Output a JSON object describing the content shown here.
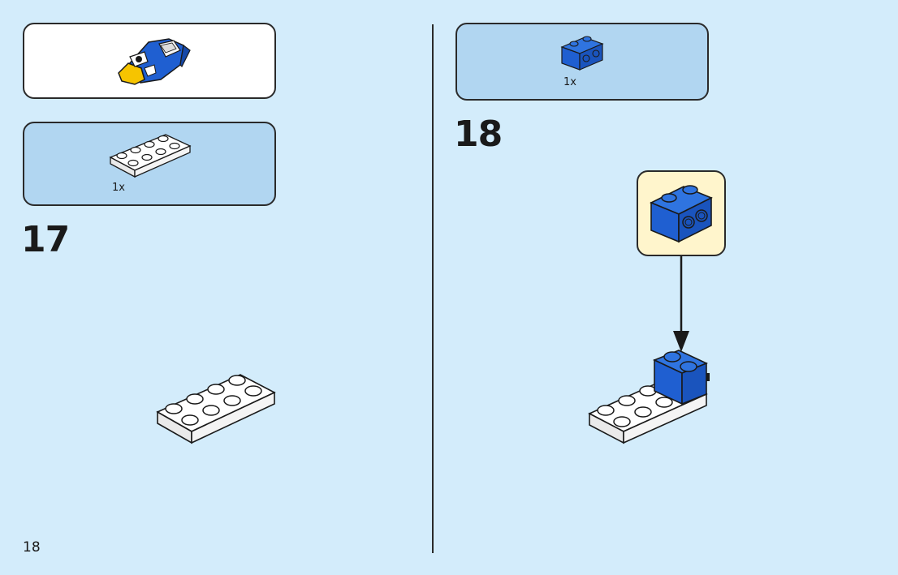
{
  "page_number": "18",
  "steps": [
    {
      "number": "17",
      "parts": [
        {
          "quantity": "1x",
          "part": "white-plate-2x4"
        }
      ],
      "submodel": "yellow-blue-bird-head"
    },
    {
      "number": "18",
      "parts": [
        {
          "quantity": "1x",
          "part": "blue-brick-1x2-with-studs-on-side"
        }
      ]
    }
  ],
  "colors": {
    "background": "#d3ecfb",
    "parts_box": "#b1d6f1",
    "callout_box": "#fff5cc",
    "brick_blue": "#1f5fd1",
    "brick_white": "#ffffff",
    "brick_yellow": "#f6c400"
  }
}
